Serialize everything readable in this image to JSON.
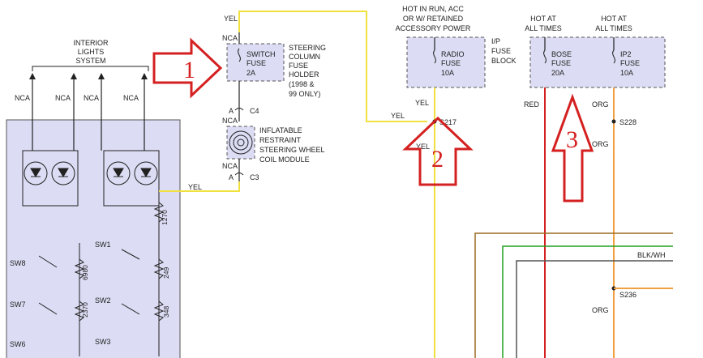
{
  "interior_lights": [
    "INTERIOR",
    "LIGHTS",
    "SYSTEM"
  ],
  "nca": "NCA",
  "wires": {
    "yel": "YEL",
    "red": "RED",
    "org": "ORG",
    "blk_wht": "BLK/WH"
  },
  "switch_fuse": {
    "line1": "SWITCH",
    "line2": "FUSE",
    "line3": "2A"
  },
  "steering_column_holder": [
    "STEERING",
    "COLUMN",
    "FUSE",
    "HOLDER",
    "(1998 &",
    "99 ONLY)"
  ],
  "connectors": {
    "c4": "C4",
    "c3": "C3",
    "a": "A"
  },
  "coil_module": [
    "INFLATABLE",
    "RESTRAINT",
    "STEERING WHEEL",
    "COIL MODULE"
  ],
  "hot_in_run": [
    "HOT IN RUN, ACC",
    "OR W/ RETAINED",
    "ACCESSORY POWER"
  ],
  "radio_fuse": {
    "line1": "RADIO",
    "line2": "FUSE",
    "line3": "10A"
  },
  "ip_fuse_block": [
    "I/P",
    "FUSE",
    "BLOCK"
  ],
  "hot_at_all_times": [
    "HOT AT",
    "ALL TIMES"
  ],
  "bose_fuse": {
    "line1": "BOSE",
    "line2": "FUSE",
    "line3": "20A"
  },
  "ip2_fuse": {
    "line1": "IP2",
    "line2": "FUSE",
    "line3": "10A"
  },
  "splices": {
    "s217": "S217",
    "s228": "S228",
    "s236": "S236"
  },
  "switches": {
    "sw1": "SW1",
    "sw2": "SW2",
    "sw3": "SW3",
    "sw6": "SW6",
    "sw7": "SW7",
    "sw8": "SW8"
  },
  "resistors": {
    "r1270": "1270",
    "r249": "249",
    "r348": "348",
    "r6980": "6980",
    "r2370": "2370"
  },
  "callouts": {
    "one": "1",
    "two": "2",
    "three": "3"
  },
  "colors": {
    "yel": "#f0e040",
    "red": "#d42020",
    "org": "#f0a040",
    "module_fill": "#dcdcf4",
    "fuse_fill": "#dcdcf4",
    "callout": "#d42020"
  }
}
